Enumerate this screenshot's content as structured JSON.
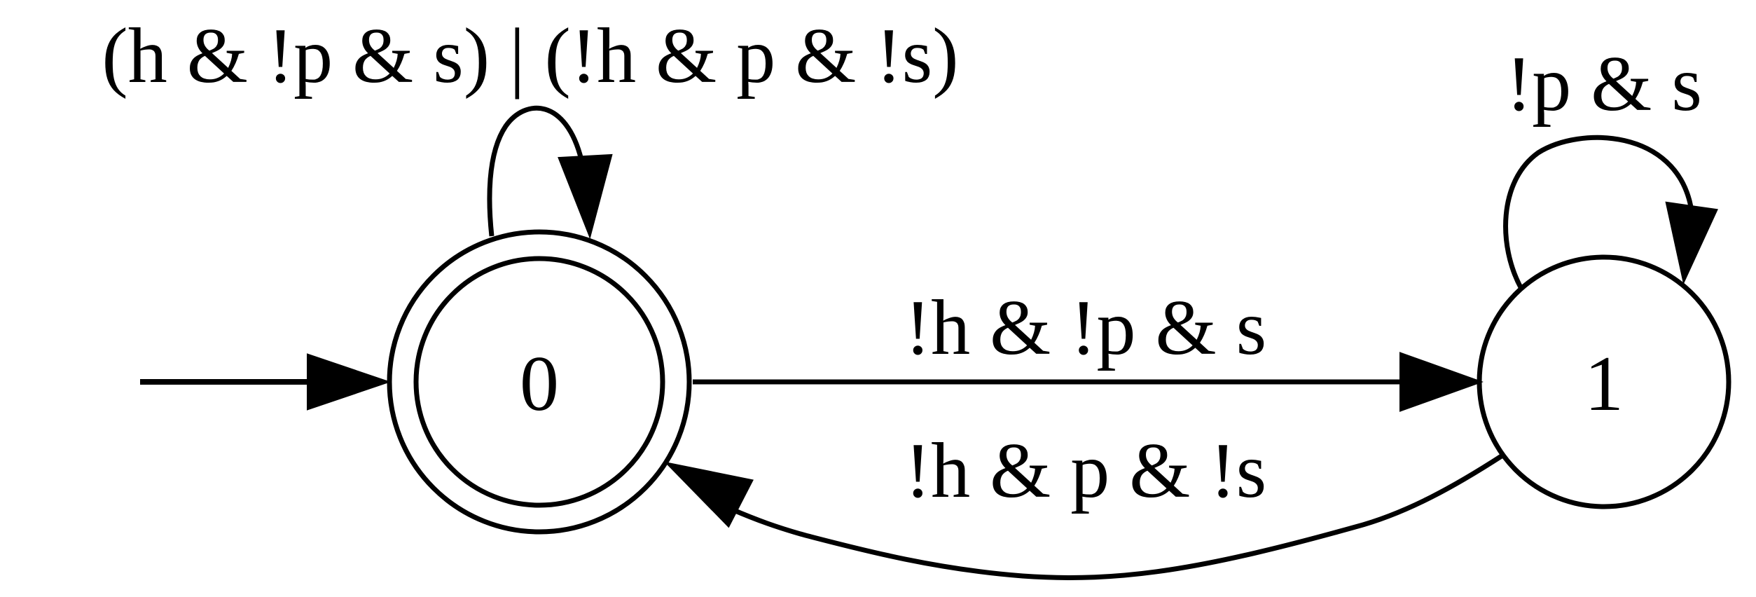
{
  "diagram": {
    "type": "state-machine",
    "colors": {
      "stroke": "#000000",
      "background": "#ffffff"
    },
    "states": [
      {
        "id": "0",
        "label": "0",
        "accepting": true,
        "initial": true
      },
      {
        "id": "1",
        "label": "1",
        "accepting": false,
        "initial": false
      }
    ],
    "transitions": [
      {
        "from": "0",
        "to": "0",
        "label": "(h & !p & s) | (!h & p & !s)"
      },
      {
        "from": "0",
        "to": "1",
        "label": "!h & !p & s"
      },
      {
        "from": "1",
        "to": "1",
        "label": "!p & s"
      },
      {
        "from": "1",
        "to": "0",
        "label": "!h & p & !s"
      }
    ]
  }
}
